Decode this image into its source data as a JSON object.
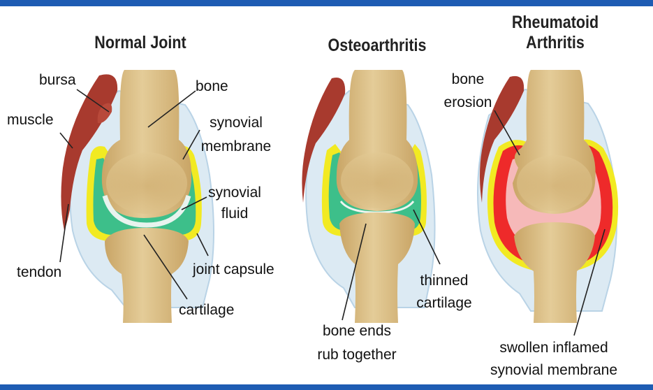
{
  "panels": {
    "normal": {
      "title": "Normal Joint",
      "labels": {
        "bursa": "bursa",
        "bone": "bone",
        "muscle": "muscle",
        "synovial_membrane_1": "synovial",
        "synovial_membrane_2": "membrane",
        "synovial_fluid_1": "synovial",
        "synovial_fluid_2": "fluid",
        "tendon": "tendon",
        "joint_capsule": "joint capsule",
        "cartilage": "cartilage"
      }
    },
    "osteo": {
      "title": "Osteoarthritis",
      "labels": {
        "thinned_cartilage_1": "thinned",
        "thinned_cartilage_2": "cartilage",
        "bone_ends_1": "bone ends",
        "bone_ends_2": "rub together"
      }
    },
    "rheum": {
      "title_1": "Rheumatoid",
      "title_2": "Arthritis",
      "labels": {
        "bone_erosion_1": "bone",
        "bone_erosion_2": "erosion",
        "swollen_1": "swollen inflamed",
        "swollen_2": "synovial membrane"
      }
    }
  },
  "colors": {
    "frame": "#1e5cb3",
    "bone": "#dcc08a",
    "bone_shade": "#c9a566",
    "muscle": "#a83a2e",
    "cartilage_green": "#3dbf8a",
    "capsule_yellow": "#f2ea22",
    "capsule_blue": "#d9e8f2",
    "inflamed_red": "#ee2a2a",
    "inflamed_pink": "#f6b9b9"
  }
}
